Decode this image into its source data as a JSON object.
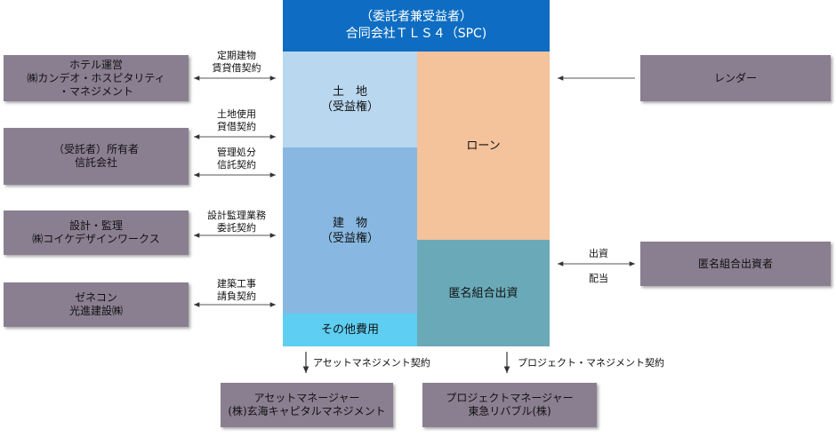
{
  "spc": {
    "header_line1": "（委託者兼受益者）",
    "header_line2": "合同会社ＴＬＳ４（SPC)",
    "land": [
      "土　地",
      "（受益権）"
    ],
    "building": [
      "建　物",
      "（受益権）"
    ],
    "other_costs": "その他費用",
    "loan": "ローン",
    "equity": "匿名組合出資",
    "colors": {
      "header": "#0e6dc2",
      "land": "#b9d7ef",
      "building": "#88b8e1",
      "other": "#5ecef2",
      "loan": "#f4c29b",
      "equity": "#6aaab8"
    }
  },
  "left_parties": [
    {
      "lines": [
        "ホテル運営",
        "㈱カンデオ・ホスピタリティ",
        "・マネジメント"
      ],
      "contract": [
        "定期建物",
        "賃貸借契約"
      ]
    },
    {
      "lines": [
        "（受託者）所有者",
        "信託会社"
      ],
      "contract": [
        "土地使用",
        "貸借契約"
      ]
    },
    {
      "lines": [
        "設計・監理",
        "㈱コイケデザインワークス"
      ],
      "contract": [
        "設計監理業務",
        "委託契約"
      ]
    },
    {
      "lines": [
        "ゼネコン",
        "光進建設㈱"
      ],
      "contract": [
        "建築工事",
        "請負契約"
      ]
    }
  ],
  "trust_contract": [
    "管理処分",
    "信託契約"
  ],
  "right_parties": {
    "lender": "レンダー",
    "investor": "匿名組合出資者",
    "investment_label": "出資",
    "dividend_label": "配当"
  },
  "bottom_parties": [
    {
      "contract": "アセットマネジメント契約",
      "lines": [
        "アセットマネージャー",
        "(株)玄海キャピタルマネジメント"
      ]
    },
    {
      "contract": "プロジェクト・マネジメント契約",
      "lines": [
        "プロジェクトマネージャー",
        "東急リバブル(株)"
      ]
    }
  ],
  "party_color": "#8a7f91"
}
